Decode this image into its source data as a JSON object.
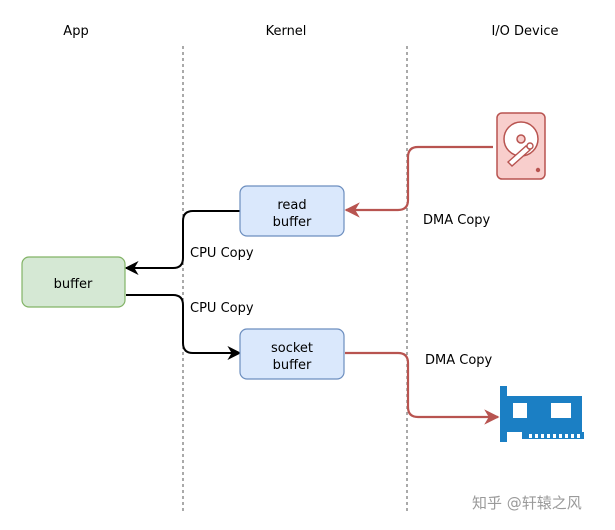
{
  "lanes": {
    "app": "App",
    "kernel": "Kernel",
    "io": "I/O Device"
  },
  "boxes": {
    "app_buffer": "buffer",
    "read_buffer": [
      "read",
      "buffer"
    ],
    "socket_buffer": [
      "socket",
      "buffer"
    ]
  },
  "edges": {
    "dma_disk_to_read": "DMA Copy",
    "cpu_read_to_app": "CPU Copy",
    "cpu_app_to_socket": "CPU Copy",
    "dma_socket_to_nic": "DMA Copy"
  },
  "devices": {
    "disk_icon": "hard-disk-icon",
    "nic_icon": "network-card-icon"
  },
  "watermark": "知乎 @轩辕之风",
  "colors": {
    "green_fill": "#d5e8d4",
    "green_stroke": "#82b366",
    "blue_fill": "#dae8fc",
    "blue_stroke": "#6c8ebf",
    "red_arrow": "#b85450",
    "disk_fill": "#f8cecc",
    "nic_fill": "#1b7fc4"
  }
}
